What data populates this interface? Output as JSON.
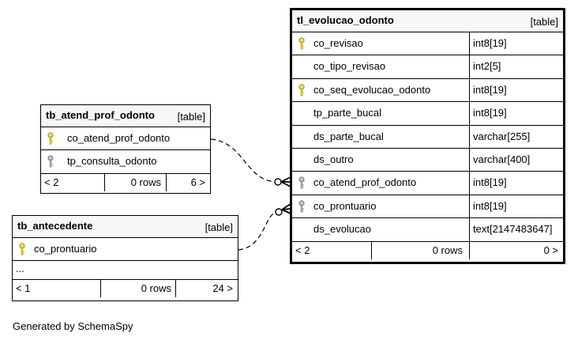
{
  "diagram": {
    "tables": [
      {
        "name": "tl_evolucao_odonto",
        "kind": "[table]",
        "columns": [
          {
            "name": "co_revisao",
            "type": "int8[19]",
            "key": "primary"
          },
          {
            "name": "co_tipo_revisao",
            "type": "int2[5]",
            "key": "none"
          },
          {
            "name": "co_seq_evolucao_odonto",
            "type": "int8[19]",
            "key": "primary"
          },
          {
            "name": "tp_parte_bucal",
            "type": "int8[19]",
            "key": "none"
          },
          {
            "name": "ds_parte_bucal",
            "type": "varchar[255]",
            "key": "none"
          },
          {
            "name": "ds_outro",
            "type": "varchar[400]",
            "key": "none"
          },
          {
            "name": "co_atend_prof_odonto",
            "type": "int8[19]",
            "key": "foreign"
          },
          {
            "name": "co_prontuario",
            "type": "int8[19]",
            "key": "foreign"
          },
          {
            "name": "ds_evolucao",
            "type": "text[2147483647]",
            "key": "none"
          }
        ],
        "footer": {
          "parents": "< 2",
          "rows": "0 rows",
          "children": "0 >"
        }
      },
      {
        "name": "tb_atend_prof_odonto",
        "kind": "[table]",
        "columns": [
          {
            "name": "co_atend_prof_odonto",
            "key": "primary"
          },
          {
            "name": "tp_consulta_odonto",
            "key": "foreign"
          }
        ],
        "footer": {
          "parents": "< 2",
          "rows": "0 rows",
          "children": "6 >"
        }
      },
      {
        "name": "tb_antecedente",
        "kind": "[table]",
        "columns": [
          {
            "name": "co_prontuario",
            "key": "primary"
          }
        ],
        "ellipsis": "...",
        "footer": {
          "parents": "< 1",
          "rows": "0 rows",
          "children": "24 >"
        }
      }
    ],
    "relationships": [
      {
        "from": "tb_atend_prof_odonto.co_atend_prof_odonto",
        "to": "tl_evolucao_odonto.co_atend_prof_odonto"
      },
      {
        "from": "tb_antecedente.co_prontuario",
        "to": "tl_evolucao_odonto.co_prontuario"
      }
    ],
    "colors": {
      "primary_key": "#e8d000",
      "foreign_key": "#a8a8a8",
      "header_bg": "#f7f7f7"
    },
    "icons": {
      "primary_key": "gold-key-icon",
      "foreign_key": "gray-key-icon"
    }
  },
  "footer_text": "Generated by SchemaSpy"
}
